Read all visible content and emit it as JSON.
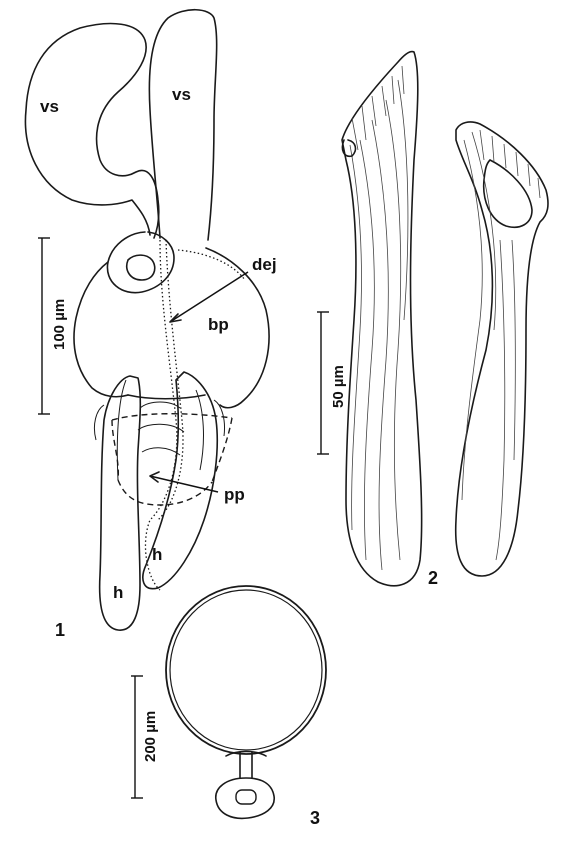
{
  "figure_labels": {
    "fig1": "1",
    "fig2": "2",
    "fig3": "3"
  },
  "part_labels": {
    "vs_left": "vs",
    "vs_right": "vs",
    "dej": "dej",
    "bp": "bp",
    "pp": "pp",
    "h_left": "h",
    "h_right": "h"
  },
  "scale_bars": {
    "fig1": "100 µm",
    "fig2": "50 µm",
    "fig3": "200 µm"
  }
}
